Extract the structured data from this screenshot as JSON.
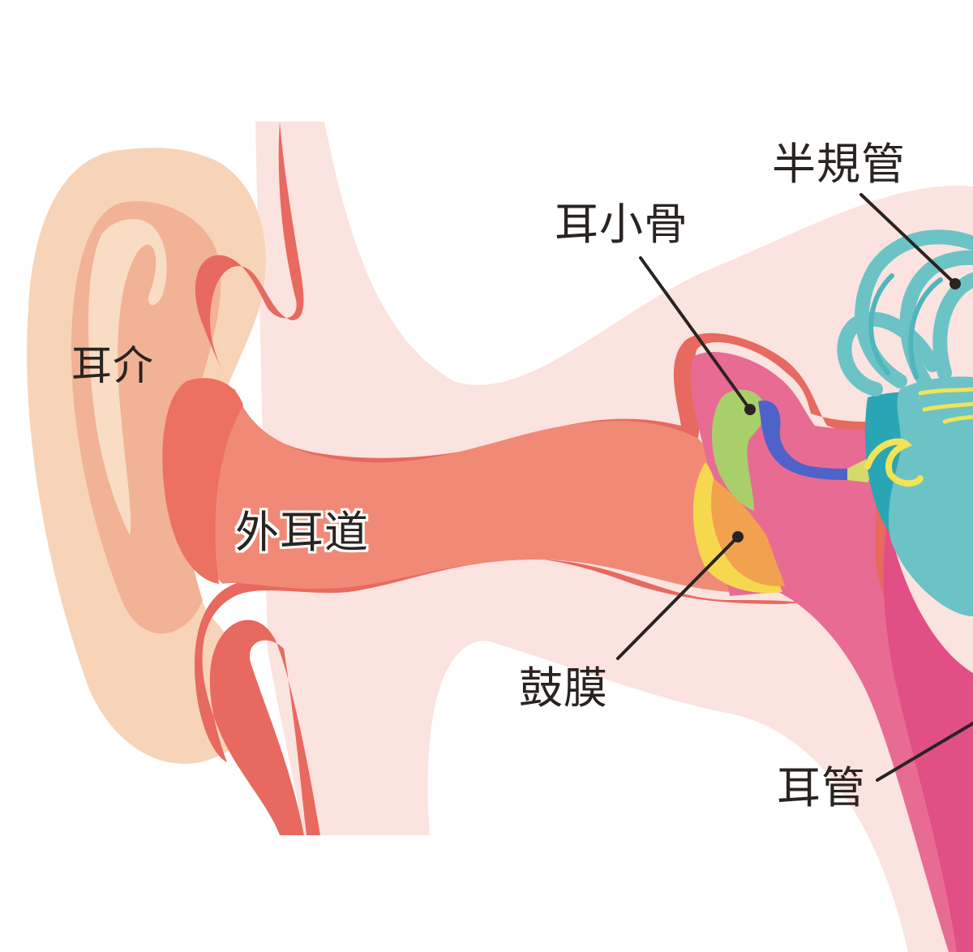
{
  "labels": {
    "pinna": "耳介",
    "ear_canal": "外耳道",
    "ossicles": "耳小骨",
    "semicircular_canals": "半規管",
    "eardrum": "鼓膜",
    "eustachian_tube": "耳管"
  },
  "colors": {
    "background": "#ffffff",
    "head_tissue": "#fbe3df",
    "canal_wall": "#e8695f",
    "canal_fill": "#f08a77",
    "pinna_outer": "#f7d4b8",
    "pinna_inner": "#f2b295",
    "middle_ear": "#e86b94",
    "ossicle_green": "#a9cf6b",
    "ossicle_orange": "#f2a24f",
    "eardrum_yellow": "#f6d84e",
    "nerve_blue": "#4e62c9",
    "inner_ear_teal": "#6cc3c6",
    "inner_ear_dark": "#2aa5b5",
    "leader_line": "#2a2421"
  }
}
